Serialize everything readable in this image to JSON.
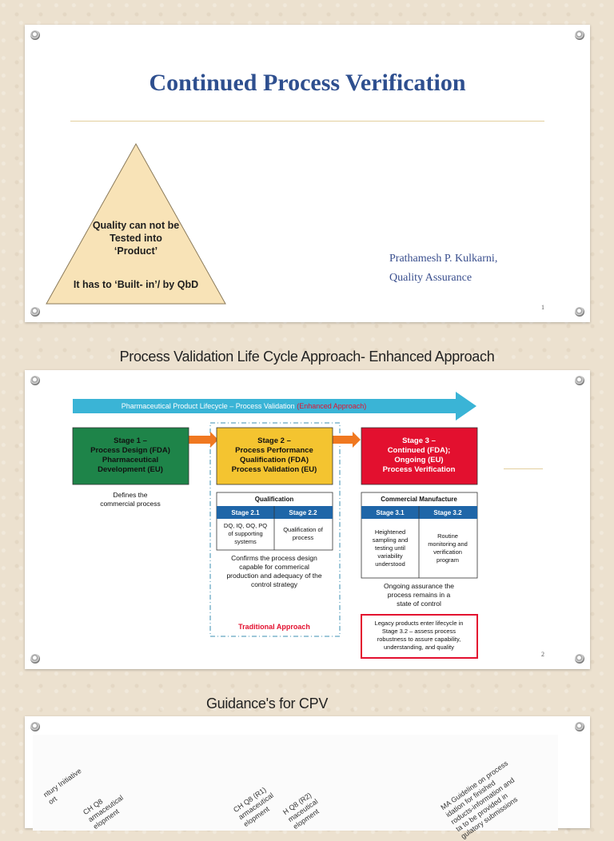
{
  "slide1": {
    "title": "Continued Process Verification",
    "triangle_lines": [
      "Quality can not be",
      "Tested into",
      "‘Product’"
    ],
    "triangle_bottom": "It has to ‘Built- in’/ by QbD",
    "author_name": "Prathamesh P. Kulkarni,",
    "author_dept": "Quality Assurance",
    "page": "1"
  },
  "heading2": "Process Validation Life Cycle Approach- Enhanced Approach",
  "slide2": {
    "page": "2",
    "arrow_text": "Pharmaceutical Product Lifecycle – Process Validation",
    "arrow_highlight": "(Enhanced Approach)",
    "stage1": [
      "Stage 1 –",
      "Process Design (FDA)",
      "Pharmaceutical",
      "Development (EU)"
    ],
    "stage1_note": [
      "Defines the",
      "commercial process"
    ],
    "stage2": [
      "Stage 2 –",
      "Process Performance",
      "Qualification (FDA)",
      "Process Validation (EU)"
    ],
    "stage3": [
      "Stage 3 –",
      "Continued (FDA);",
      "Ongoing (EU)",
      "Process Verification"
    ],
    "qualification": {
      "header": "Qualification",
      "sub1": "Stage 2.1",
      "sub2": "Stage 2.2",
      "cell1": [
        "DQ, IQ, OQ, PQ",
        "of supporting",
        "systems"
      ],
      "cell2": [
        "Qualification of",
        "process"
      ]
    },
    "stage2_note": [
      "Confirms the process design",
      "capable for commerical",
      "production and adequacy of the",
      "control strategy"
    ],
    "traditional": "Traditional Approach",
    "commercial": {
      "header": "Commercial Manufacture",
      "sub1": "Stage 3.1",
      "sub2": "Stage 3.2",
      "cell1": [
        "Heightened",
        "sampling and",
        "testing until",
        "variability",
        "understood"
      ],
      "cell2": [
        "Routine",
        "monitoring and",
        "verification",
        "program"
      ]
    },
    "stage3_note": [
      "Ongoing assurance the",
      "process remains in a",
      "state of control"
    ],
    "legacy": [
      "Legacy products enter lifecycle in",
      "Stage 3.2 – assess process",
      "robustness to assure capability,",
      "understanding, and quality"
    ]
  },
  "heading3": "Guidance's for CPV",
  "slide3": {
    "rot1": [
      "ntury Initiative",
      "ort"
    ],
    "rot2": [
      "CH Q8",
      "armaceutical",
      "elopment"
    ],
    "rot3": [
      "CH Q8 (R1)",
      "armaceutical",
      "elopment"
    ],
    "rot4": [
      "H Q8 (R2)",
      "maceutical",
      "elopment"
    ],
    "rot5": [
      "MA Guideline on process",
      "idation for finished",
      "roducts-information and",
      "ta to be provided in",
      "gulatory submissions"
    ]
  },
  "colors": {
    "title_blue": "#2e4f8f",
    "stage1_green": "#1e8449",
    "stage2_yellow": "#f4c430",
    "stage3_red": "#e3102f",
    "stage_blue": "#1f66a8",
    "arrow_cyan": "#3ab4d6",
    "triangle_fill": "#f8e3b7"
  }
}
